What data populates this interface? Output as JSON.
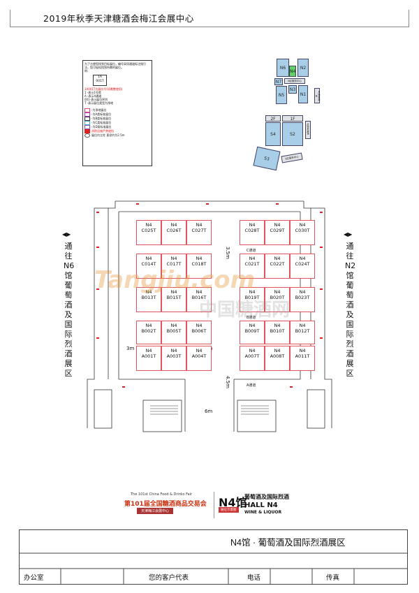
{
  "header": {
    "title": "2019年秋季天津糖酒会梅江会展中心"
  },
  "legend": {
    "intro": "为了方便您找到目标展位，编号采用通道标注指引法，您可轻松找到所需的展位。",
    "example_label": "例:",
    "sample_top": "1A",
    "sample_bottom": "001T",
    "sample_note": "1A001T为展位号(须需整使用)",
    "lines": [
      "1  -表示1号馆",
      "A  -表示A通道",
      "001-表示展位序列",
      "T  -表示展位类型为净地"
    ],
    "types": [
      "-为净地展位",
      "-为A类标准展位",
      "-为B类标准展位",
      "-为C类标准展位",
      "-为D类标准展位"
    ],
    "fire": "消防设施严禁遮挡",
    "pillar": "展位内立柱 直径约为2.5m",
    "type_colors": [
      "#e04a6a",
      "#b03fc7",
      "#333333",
      "#3ab3c9",
      "#7b56c8"
    ]
  },
  "keymap": {
    "north": [
      {
        "label": "N6"
      },
      {
        "label": "N4"
      },
      {
        "label": "N2"
      },
      {
        "label": "N7"
      },
      {
        "label": "N5"
      },
      {
        "label": "N3"
      },
      {
        "label": "N1"
      }
    ],
    "n_small": "N区服务中心",
    "n_side": "N区室外展场",
    "south": [
      {
        "label": "2F"
      },
      {
        "label": "1F"
      },
      {
        "label": "S4"
      },
      {
        "label": "S2"
      },
      {
        "label": "S3"
      }
    ],
    "s_side": "S区室外展场",
    "s_small": "S区服务中心"
  },
  "plan": {
    "left_text": "通往N6馆葡萄酒及国际烈酒展区",
    "right_text": "通往N2馆葡萄酒及国际烈酒展区",
    "booths": [
      {
        "a": "N4",
        "b": "C025T"
      },
      {
        "a": "N4",
        "b": "C026T"
      },
      {
        "a": "N4",
        "b": "C027T"
      },
      {
        "a": "N4",
        "b": "C028T"
      },
      {
        "a": "N4",
        "b": "C029T"
      },
      {
        "a": "N4",
        "b": "C030T"
      },
      {
        "a": "N4",
        "b": "C014T"
      },
      {
        "a": "N4",
        "b": "C017T"
      },
      {
        "a": "N4",
        "b": "C018T"
      },
      {
        "a": "N4",
        "b": "C021T"
      },
      {
        "a": "N4",
        "b": "C022T"
      },
      {
        "a": "N4",
        "b": "C024T"
      },
      {
        "a": "N4",
        "b": "B013T"
      },
      {
        "a": "N4",
        "b": "B015T"
      },
      {
        "a": "N4",
        "b": "B016T"
      },
      {
        "a": "N4",
        "b": "B019T"
      },
      {
        "a": "N4",
        "b": "B020T"
      },
      {
        "a": "N4",
        "b": "B023T"
      },
      {
        "a": "N4",
        "b": "B002T"
      },
      {
        "a": "N4",
        "b": "B005T"
      },
      {
        "a": "N4",
        "b": "B006T"
      },
      {
        "a": "N4",
        "b": "B009T"
      },
      {
        "a": "N4",
        "b": "B010T"
      },
      {
        "a": "N4",
        "b": "B012T"
      },
      {
        "a": "N4",
        "b": "A001T"
      },
      {
        "a": "N4",
        "b": "A003T"
      },
      {
        "a": "N4",
        "b": "A004T"
      },
      {
        "a": "N4",
        "b": "A007T"
      },
      {
        "a": "N4",
        "b": "A008T"
      },
      {
        "a": "N4",
        "b": "A011T"
      }
    ],
    "c_aisle": "C通道",
    "b_aisle": "B通道",
    "a_aisle": "A通道",
    "dims": {
      "three_five": "3.5m",
      "three": "3m",
      "six": "6m",
      "four_five": "4.5m"
    },
    "watermark_1": "Tangjiu.com",
    "watermark_2": "中国糖酒网"
  },
  "footer": {
    "fair_en": "The 101st China Food & Drinks Fair",
    "fair_cn": "第101届全国糖酒商品交易会",
    "fair_venue": "天津梅江会展中心",
    "hall_num": "N4馆",
    "hall_cn": "葡萄酒及国际烈酒",
    "hall_en": "HALL N4",
    "hall_en_sub": "WINE & LIQUOR",
    "demo": "展位示意图"
  },
  "table": {
    "hall_name": "N4馆  ·  葡萄酒及国际烈酒展区",
    "office": "办公室",
    "rep": "您的客户代表",
    "phone": "电话",
    "fax": "传真"
  }
}
